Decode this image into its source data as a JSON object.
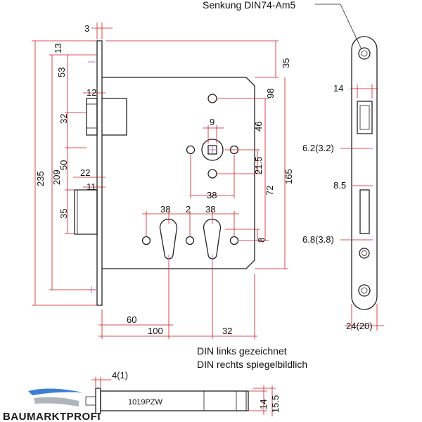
{
  "annotations": {
    "countersink": "Senkung DIN74-Am5",
    "din_left": "DIN links gezeichnet",
    "din_right": "DIN rechts spiegelbildlich",
    "marking": "1019PZW"
  },
  "dimensions": {
    "d3": "3",
    "d13": "13",
    "d35_top": "35",
    "d53": "53",
    "d12": "12",
    "d98": "98",
    "d32_side": "32",
    "d9": "9",
    "d46": "46",
    "d235": "235",
    "d209": "209",
    "d50": "50",
    "d21_5": "21.5",
    "d165": "165",
    "d22": "22",
    "d11": "11",
    "d38_sq": "38",
    "d72": "72",
    "d35_low": "35",
    "d38_a": "38",
    "d2": "2",
    "d38_b": "38",
    "d8": "8",
    "d60": "60",
    "d100": "100",
    "d32_bottom": "32",
    "d14_face": "14",
    "d6_2": "6.2(3.2)",
    "d8_5": "8.5",
    "d6_8": "6.8(3.8)",
    "d24": "24(20)",
    "d4": "4(1)",
    "d14_b": "14",
    "d15_5": "15.5"
  },
  "logo": {
    "text": "BAUMARKTPROFI",
    "accent_color": "#3a7fd5"
  },
  "colors": {
    "line": "#222222",
    "dimension": "#d01818",
    "centerline": "#b04cc8"
  }
}
